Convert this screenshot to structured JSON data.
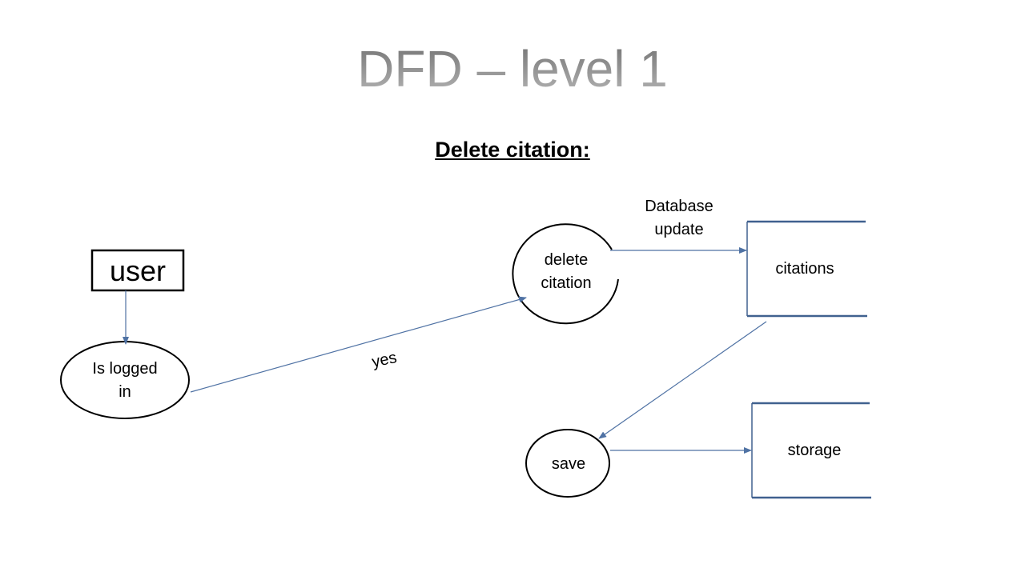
{
  "title": "DFD – level 1",
  "subtitle": "Delete citation:",
  "nodes": {
    "user": "user",
    "is_logged_in": "Is logged\nin",
    "delete_citation": "delete\ncitation",
    "save": "save",
    "citations": "citations",
    "storage": "storage"
  },
  "edges": {
    "yes": "yes",
    "database_update": "Database\nupdate"
  },
  "colors": {
    "arrow": "#4f72a4",
    "store_border": "#40618f"
  }
}
